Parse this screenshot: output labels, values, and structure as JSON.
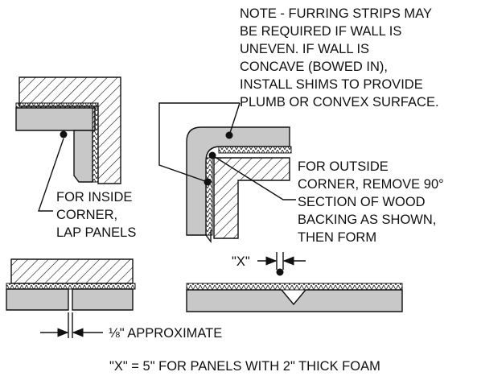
{
  "notes": {
    "furring": [
      "NOTE - FURRING STRIPS MAY",
      "BE REQUIRED IF WALL IS",
      "UNEVEN.  IF WALL IS",
      "CONCAVE (BOWED IN),",
      "INSTALL SHIMS TO PROVIDE",
      "PLUMB OR CONVEX SURFACE."
    ],
    "outside_corner": [
      "FOR OUTSIDE",
      "CORNER, REMOVE 90°",
      "SECTION OF WOOD",
      "BACKING AS SHOWN,",
      "THEN FORM"
    ],
    "inside_corner": [
      "FOR INSIDE",
      "CORNER,",
      "LAP PANELS"
    ],
    "x_label": "\"X\"",
    "gap_label": "⅛\" APPROXIMATE",
    "footnote": "\"X\" =  5\" FOR PANELS WITH 2\" THICK FOAM"
  },
  "colors": {
    "ink": "#111111",
    "panel_fill": "#c8c8c8",
    "background": "#ffffff"
  }
}
